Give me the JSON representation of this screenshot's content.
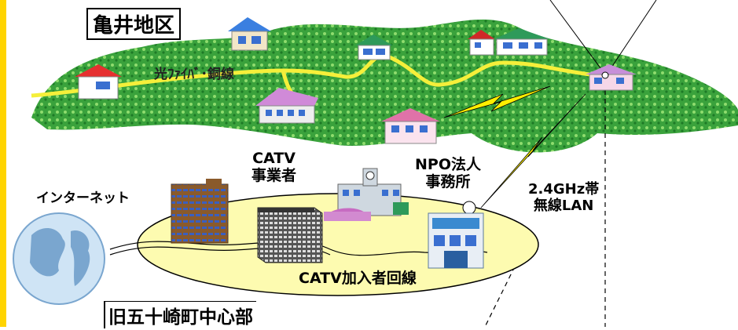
{
  "region_title": "亀井地区",
  "fiber_label": "光ﾌｧｲﾊﾞ･銅線",
  "catv_operator_line1": "CATV",
  "catv_operator_line2": "事業者",
  "npo_line1": "NPO法人",
  "npo_line2": "事務所",
  "internet_label": "インターネット",
  "wireless_line1": "2.4GHz帯",
  "wireless_line2": "無線LAN",
  "catv_subscriber_label": "CATV加入者回線",
  "town_center_label": "旧五十崎町中心部",
  "colors": {
    "left_border": "#ffd400",
    "hill_green": "#35a83a",
    "hill_light": "#7fd46a",
    "fiber_line": "#f5ef3a",
    "ellipse_fill": "#fdfbb0",
    "bolt": "#ffee00"
  }
}
